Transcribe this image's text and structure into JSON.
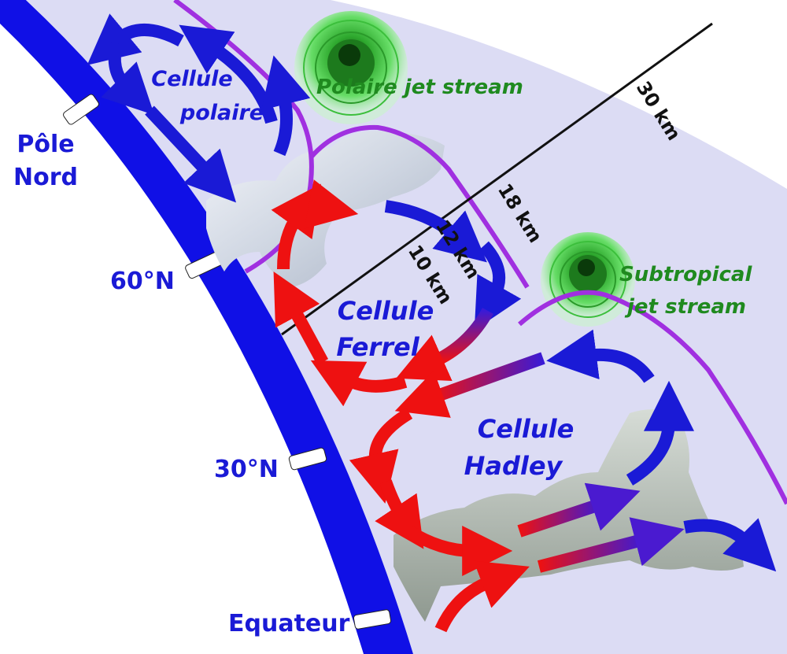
{
  "latitudes": {
    "pole": [
      "Pôle",
      "Nord"
    ],
    "lat60": "60°N",
    "lat30": "30°N",
    "equator": "Equateur"
  },
  "cells": {
    "polar": [
      "Cellule",
      "polaire"
    ],
    "ferrel": [
      "Cellule",
      "Ferrel"
    ],
    "hadley": [
      "Cellule",
      "Hadley"
    ]
  },
  "jet_streams": {
    "polar": "Polaire jet stream",
    "subtropical": [
      "Subtropical",
      "jet stream"
    ]
  },
  "altitudes": {
    "km30": "30 km",
    "km18": "18 km",
    "km12": "12 km",
    "km10": "10 km"
  },
  "colors": {
    "earth": "#1010e6",
    "atmosphere": "#dcdcf2",
    "tropopause": "#a030e0",
    "cold_flow": "#1a1ad6",
    "warm_flow": "#ee1111",
    "jet": "#1f8a1f"
  }
}
